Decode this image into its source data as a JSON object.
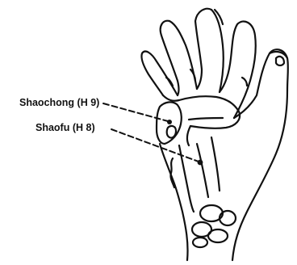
{
  "figure": {
    "subject": "hand",
    "ink_color": "#111111",
    "background_color": "#ffffff"
  },
  "points": [
    {
      "id": "shaochong",
      "label": "Shaochong (H 9)"
    },
    {
      "id": "shaofu",
      "label": "Shaofu (H 8)"
    }
  ]
}
